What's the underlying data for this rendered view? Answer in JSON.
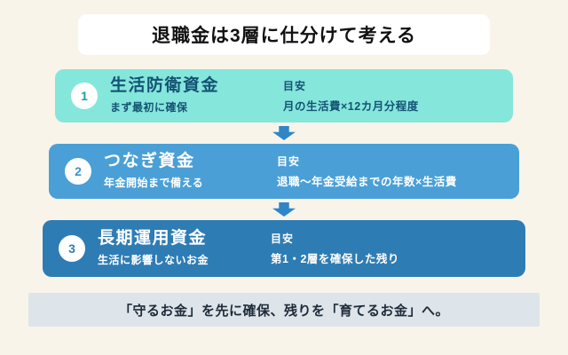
{
  "header": {
    "title": "退職金は3層に仕分けて考える"
  },
  "layers": [
    {
      "number": "1",
      "title": "生活防衛資金",
      "subtitle": "まず最初に確保",
      "guide_label": "目安",
      "guide_text": "月の生活費×12カ月分程度",
      "band_color": "#85e6dc",
      "text_color": "#145374",
      "number_color": "#18a29a"
    },
    {
      "number": "2",
      "title": "つなぎ資金",
      "subtitle": "年金開始まで備える",
      "guide_label": "目安",
      "guide_text": "退職〜年金受給までの年数×生活費",
      "band_color": "#4aa0d6",
      "text_color": "#ffffff",
      "number_color": "#3d93c9"
    },
    {
      "number": "3",
      "title": "長期運用資金",
      "subtitle": "生活に影響しないお金",
      "guide_label": "目安",
      "guide_text": "第1・2層を確保した残り",
      "band_color": "#2e7cb4",
      "text_color": "#ffffff",
      "number_color": "#2e7cb4"
    }
  ],
  "footer": {
    "text": "「守るお金」を先に確保、残りを「育てるお金」へ。"
  },
  "colors": {
    "background": "#f8f4ea",
    "title_card": "#ffffff",
    "arrow": "#2e86c6",
    "footer_bar": "#dde4ea"
  }
}
